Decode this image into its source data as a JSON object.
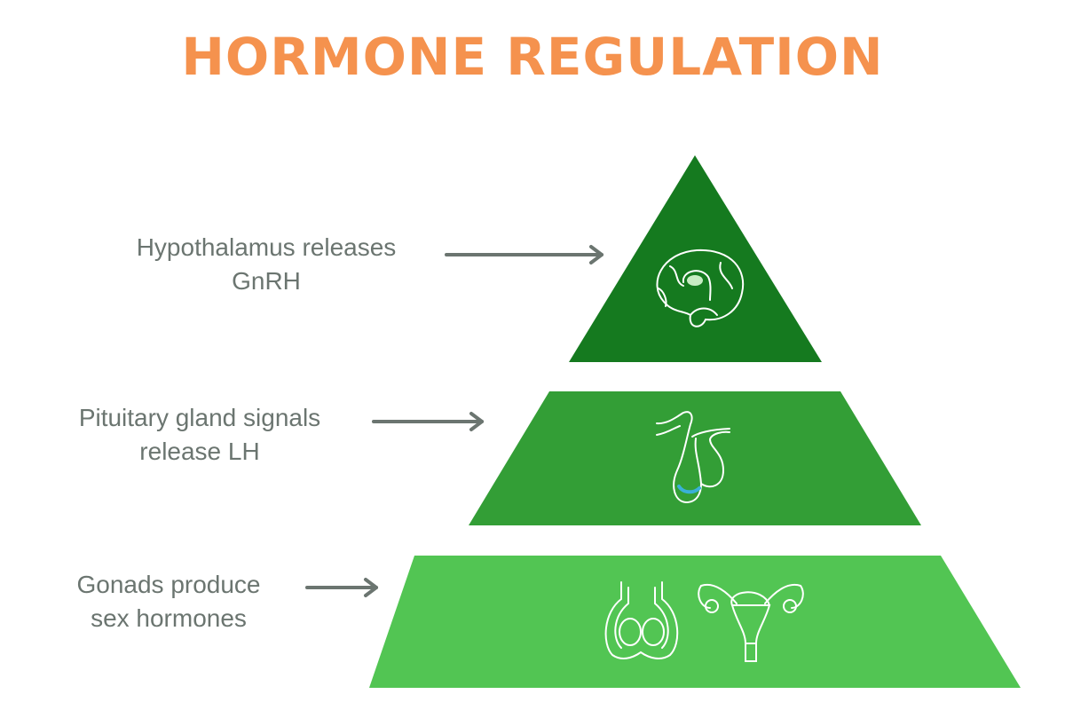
{
  "title": "HORMONE REGULATION",
  "colors": {
    "title": "#f5924e",
    "text": "#6b7570",
    "level1": "#157a1f",
    "level2": "#339e36",
    "level3": "#52c553",
    "icon": "#ffffff",
    "accent_blue": "#3ab0d8"
  },
  "levels": [
    {
      "line1": "Hypothalamus releases",
      "line2": "GnRH",
      "icon": "brain-icon"
    },
    {
      "line1": "Pituitary gland signals",
      "line2": "release LH",
      "icon": "pituitary-gland-icon"
    },
    {
      "line1": "Gonads produce",
      "line2": "sex hormones",
      "icon": "gonads-icon"
    }
  ]
}
